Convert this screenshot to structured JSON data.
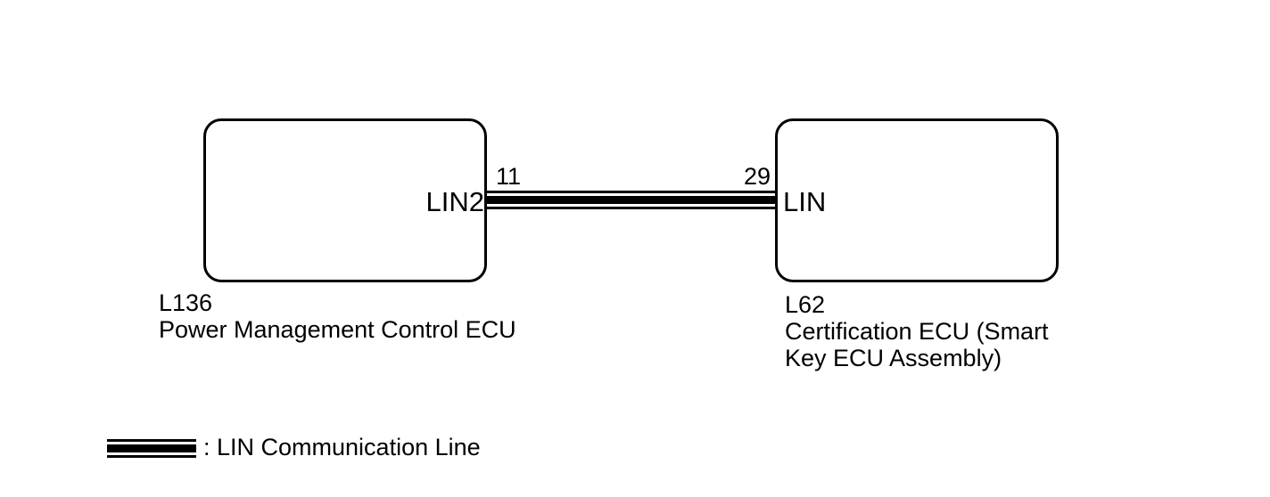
{
  "diagram": {
    "boxes": [
      {
        "code": "L136",
        "name": "Power Management Control ECU",
        "connector": "LIN2",
        "pin": "11"
      },
      {
        "code": "L62",
        "name": "Certification ECU (Smart Key ECU Assembly)",
        "connector": "LIN",
        "pin": "29"
      }
    ],
    "connection": {
      "type": "lin-communication-line"
    },
    "legend": {
      "label": ": LIN Communication Line"
    },
    "colors": {
      "ink": "#000000",
      "background": "#ffffff"
    }
  }
}
